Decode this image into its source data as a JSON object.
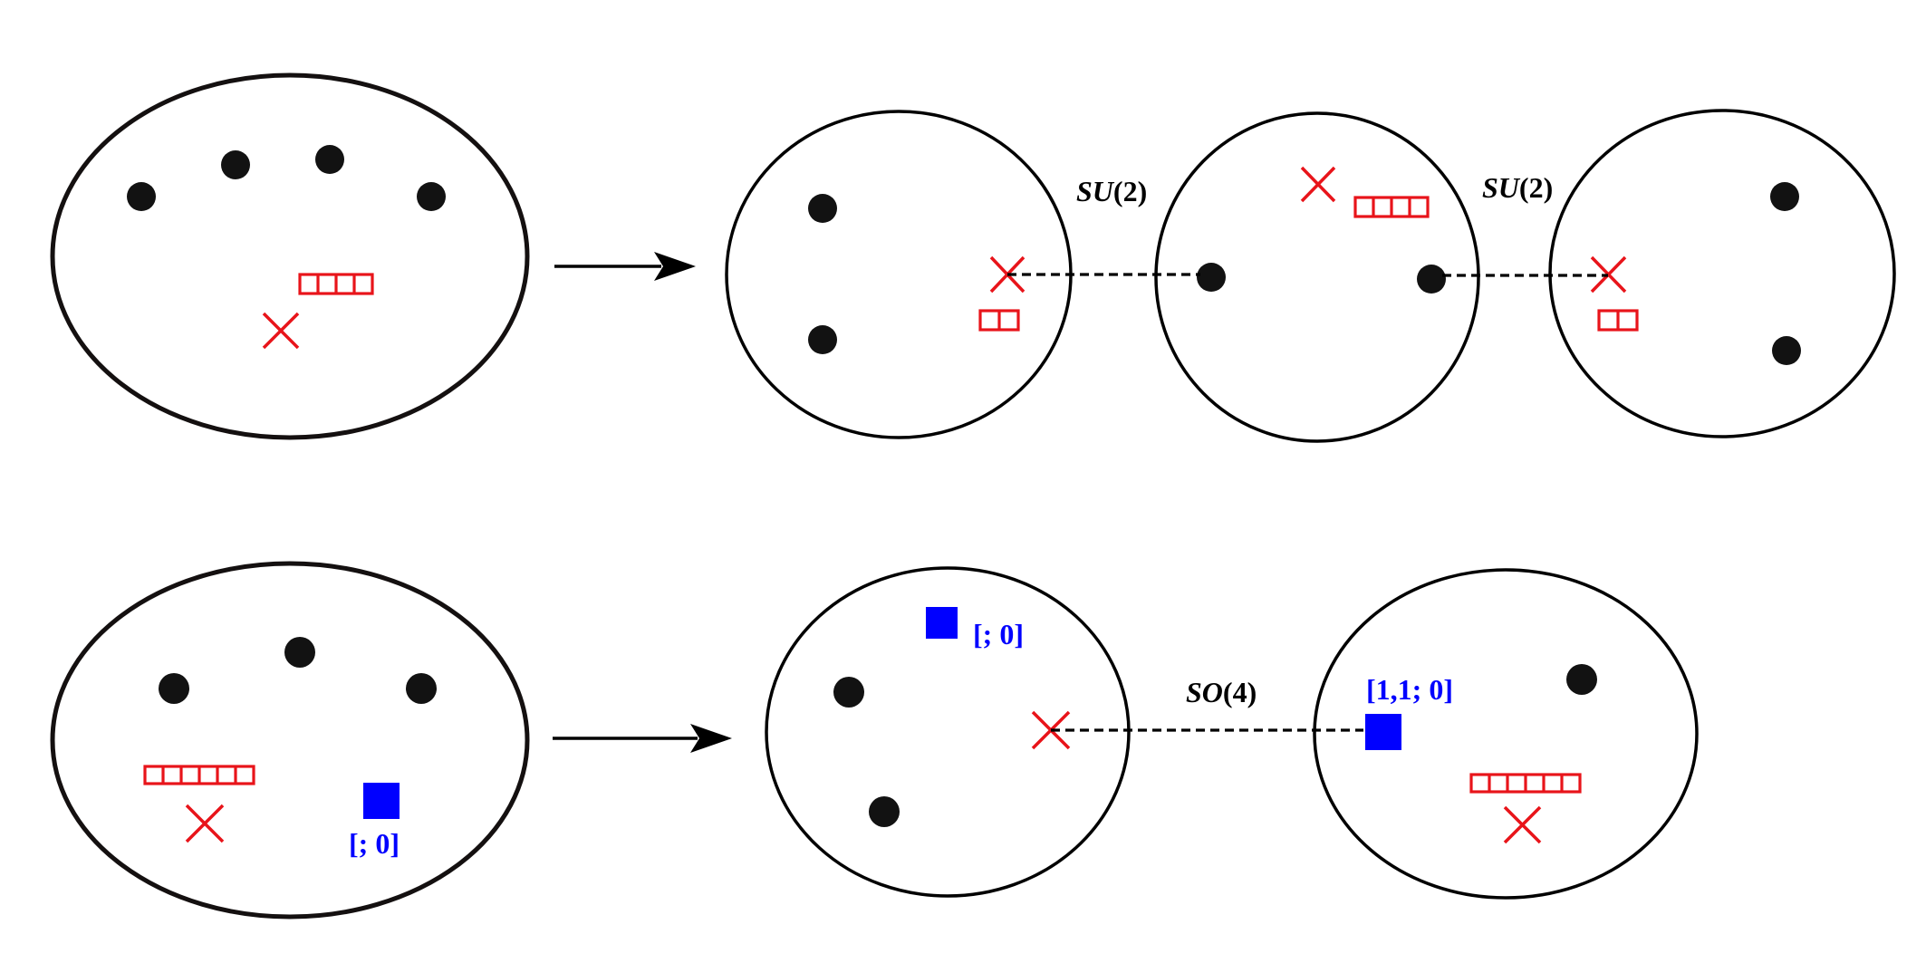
{
  "labels": {
    "top_left_group": {
      "italic": "SU",
      "rest": "(2)"
    },
    "top_right_group": {
      "italic": "SU",
      "rest": "(2)"
    },
    "bottom_group": {
      "italic": "SO",
      "rest": "(4)"
    },
    "bottom_left_square": "[; 0]",
    "bottom_mid_square": "[; 0]",
    "bottom_right_square": "[1,1; 0]"
  },
  "young_diagrams": {
    "top_left": {
      "boxes": 4
    },
    "top_mid_left": {
      "boxes": 2
    },
    "top_mid": {
      "boxes": 4
    },
    "top_right": {
      "boxes": 2
    },
    "bottom_left": {
      "boxes": 6
    },
    "bottom_right": {
      "boxes": 6
    }
  },
  "colors": {
    "outline": "#000000",
    "cross": "#e8141a",
    "square": "#0000ff",
    "dot": "#121212"
  }
}
